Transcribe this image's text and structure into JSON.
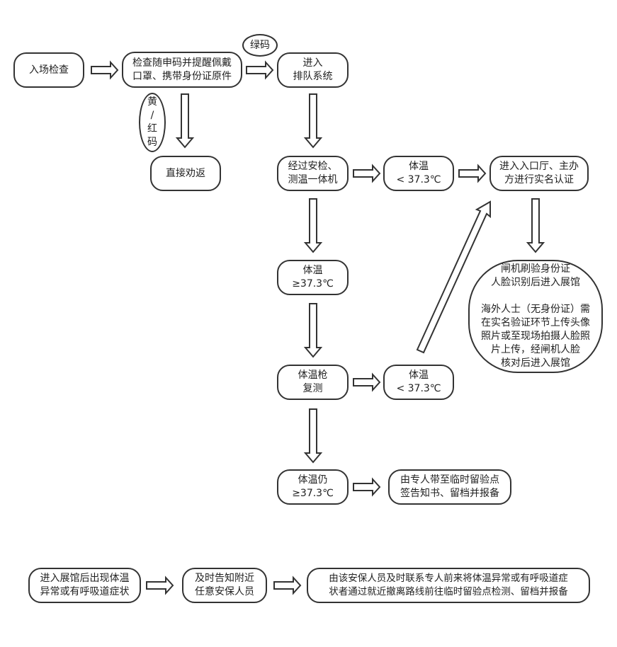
{
  "flow": {
    "entry_check": "入场检查",
    "check_code": [
      "检查随申码并提醒佩戴",
      "口罩、携带身份证原件"
    ],
    "green_code": "绿码",
    "enter_queue": [
      "进入",
      "排队系统"
    ],
    "yellow_red_code": [
      "黄",
      "/",
      "红",
      "码"
    ],
    "persuade_return": "直接劝返",
    "security_temp": [
      "经过安检、",
      "测温一体机"
    ],
    "temp_normal_1": [
      "体温",
      "< 37.3℃"
    ],
    "enter_hall": [
      "进入入口厅、主办",
      "方进行实名认证"
    ],
    "temp_high_1": [
      "体温",
      "≥37.3℃"
    ],
    "gate_main": [
      "闸机刷验身份证",
      "人脸识别后进入展馆"
    ],
    "gate_overseas": [
      "海外人士（无身份证）需",
      "在实名验证环节上传头像",
      "照片或至现场拍摄人脸照",
      "片上传，经闸机人脸",
      "核对后进入展馆"
    ],
    "retest": [
      "体温枪",
      "复测"
    ],
    "temp_normal_2": [
      "体温",
      "< 37.3℃"
    ],
    "temp_still_high": [
      "体温仍",
      "≥37.3℃"
    ],
    "escort": [
      "由专人带至临时留验点",
      "签告知书、留档并报备"
    ]
  },
  "inside_flow": {
    "symptom": [
      "进入展馆后出现体温",
      "异常或有呼吸道症状"
    ],
    "notify": [
      "及时告知附近",
      "任意安保人员"
    ],
    "handle": [
      "由该安保人员及时联系专人前来将体温异常或有呼吸道症",
      "状者通过就近撤离路线前往临时留验点检测、留档并报备"
    ]
  },
  "colors": {
    "border": "#333333",
    "background": "#ffffff",
    "text": "#222222"
  }
}
